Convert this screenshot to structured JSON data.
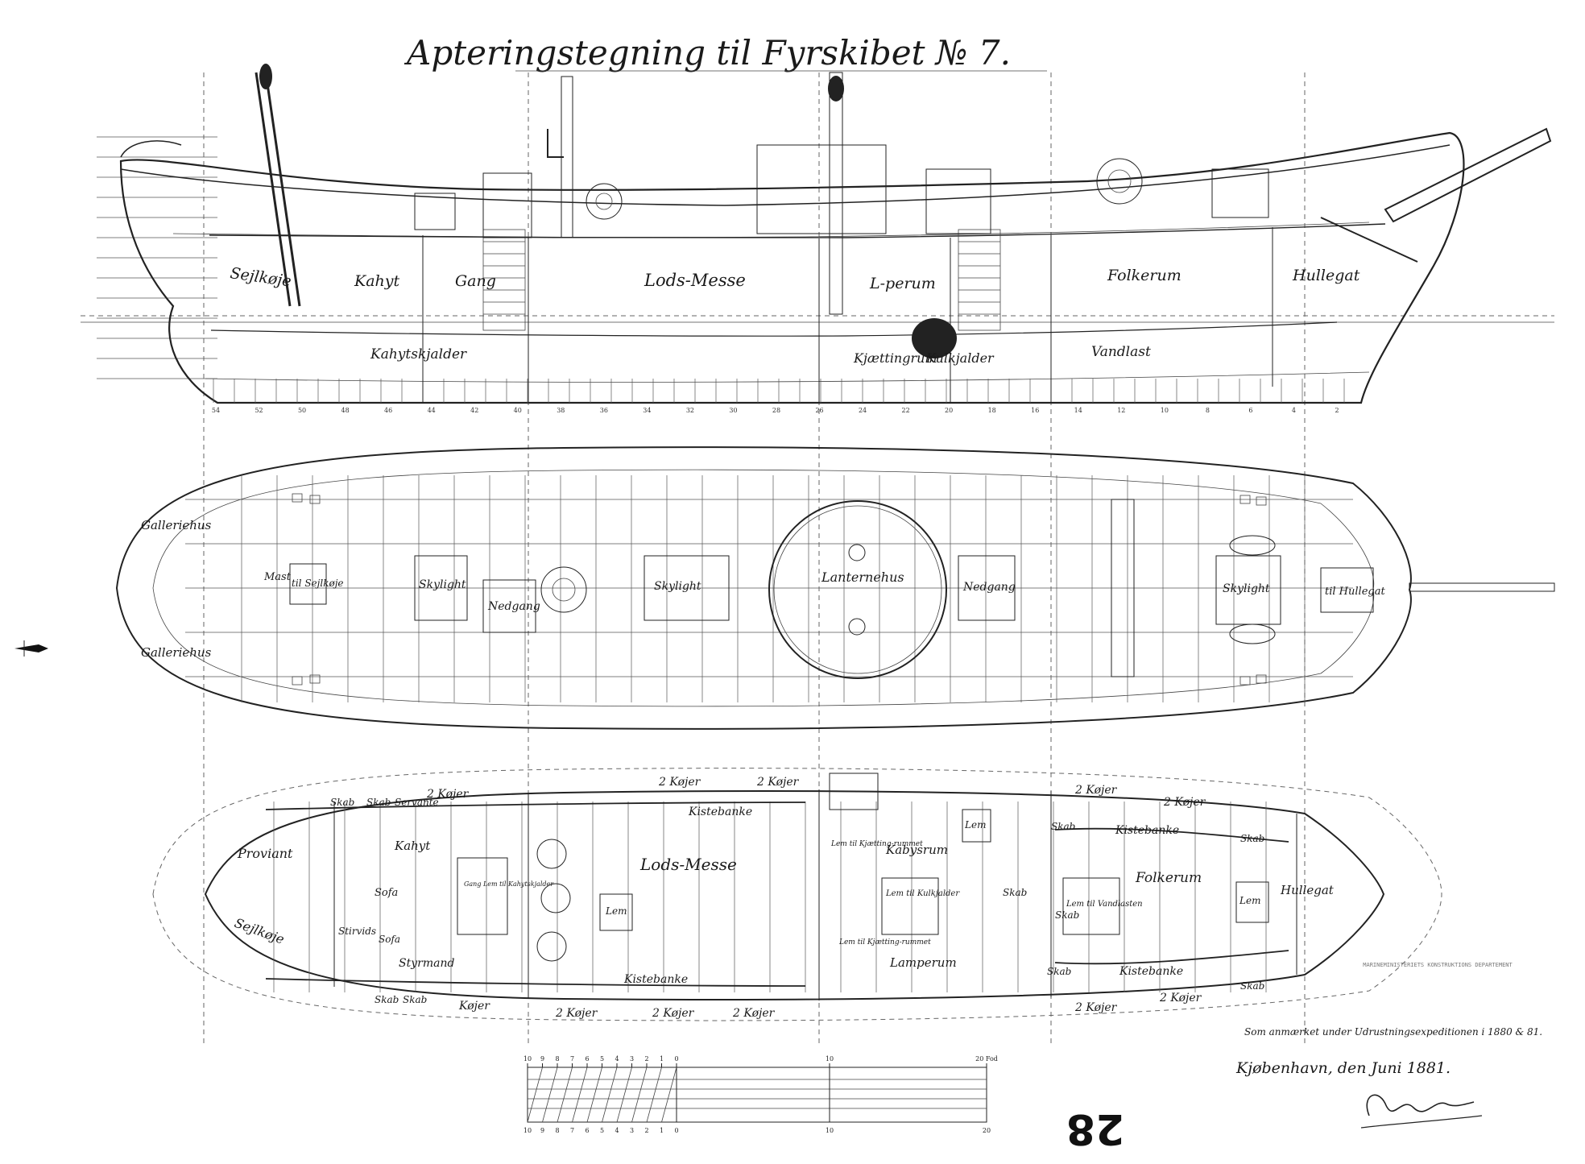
{
  "title": "Apteringstegning til Fyrskibet № 7.",
  "profile_labels": {
    "sejlkoje": "Sejlkøje",
    "kahyt": "Kahyt",
    "gang": "Gang",
    "lods_messe": "Lods-Messe",
    "l_perum": "L-perum",
    "folkerum": "Folkerum",
    "hullegat": "Hullegat",
    "kahytskjalder": "Kahytskjalder",
    "kjattingrum": "Kjættingrum",
    "kulkjalder": "Kulkjalder",
    "vandlast": "Vandlast"
  },
  "deck_labels": {
    "galleri_upper": "Galleriehus",
    "galleri_lower": "Galleriehus",
    "mast": "Mast",
    "til_sejlkoje": "til Sejlkøje",
    "skylight_1": "Skylight",
    "nedgang_1": "Nedgang",
    "skylight_2": "Skylight",
    "lanternehus": "Lanternehus",
    "nedgang_2": "Nedgang",
    "skylight_3": "Skylight",
    "til_hullegat": "til Hullegat"
  },
  "plan_labels": {
    "proviant": "Proviant",
    "sejlkoje": "Sejlkøje",
    "skab_1": "Skab",
    "skab_2": "Skab",
    "servante": "Servante",
    "kojer_1": "2 Køjer",
    "kahyt": "Kahyt",
    "sofa_1": "Sofa",
    "sofa_2": "Sofa",
    "stirvids": "Stirvids",
    "styrmand": "Styrmand",
    "gang_lem": "Gang Lem til Kahytskjalder",
    "skab_3": "Skab",
    "skab_4": "Skab",
    "kojer_2": "Køjer",
    "kojer_3": "2 Køjer",
    "kojer_4": "2 Køjer",
    "kojer_5": "2 Køjer",
    "kojer_6": "2 Køjer",
    "kojer_7": "2 Køjer",
    "kistebanke_1": "Kistebanke",
    "kistebanke_2": "Kistebanke",
    "lods_messe": "Lods-Messe",
    "lem_1": "Lem",
    "kahytsrum": "Kabysrum",
    "lem_2": "Lem",
    "lem_kjatting_1": "Lem til Kjætting-rummet",
    "lem_kulkjalder": "Lem til Kulkjalder",
    "lem_kjatting_2": "Lem til Kjætting-rummet",
    "lamperum": "Lamperum",
    "skab_5": "Skab",
    "skab_6": "Skab",
    "skab_7": "Skab",
    "kojer_8": "2 Køjer",
    "kojer_9": "2 Køjer",
    "kojer_10": "2 Køjer",
    "kojer_11": "2 Køjer",
    "kistebanke_3": "Kistebanke",
    "kistebanke_4": "Kistebanke",
    "folkerum": "Folkerum",
    "lem_vandlast": "Lem til Vandlasten",
    "lem_3": "Lem",
    "hullegat": "Hullegat",
    "skab_8": "Skab",
    "skab_9": "Skab",
    "skab_10": "Skab"
  },
  "frame_numbers": [
    "54",
    "52",
    "50",
    "48",
    "46",
    "44",
    "42",
    "40",
    "38",
    "36",
    "34",
    "32",
    "30",
    "28",
    "26",
    "24",
    "22",
    "20",
    "18",
    "16",
    "14",
    "12",
    "10",
    "8",
    "6",
    "4",
    "2"
  ],
  "scale_bar": {
    "top_ticks": [
      "10",
      "9",
      "8",
      "7",
      "6",
      "5",
      "4",
      "3",
      "2",
      "1",
      "0",
      "10",
      "20 Fod"
    ],
    "bottom_ticks": [
      "10",
      "9",
      "8",
      "7",
      "6",
      "5",
      "4",
      "3",
      "2",
      "1",
      "0",
      "10",
      "20"
    ]
  },
  "annotation": "Som anmærket under Udrustningsexpeditionen i 1880 & 81.",
  "place_date": "Kjøbenhavn, den Juni 1881.",
  "drawing_number": "28",
  "stamp": "MARINEMINISTERIETS KONSTRUKTIONS DEPARTEMENT"
}
